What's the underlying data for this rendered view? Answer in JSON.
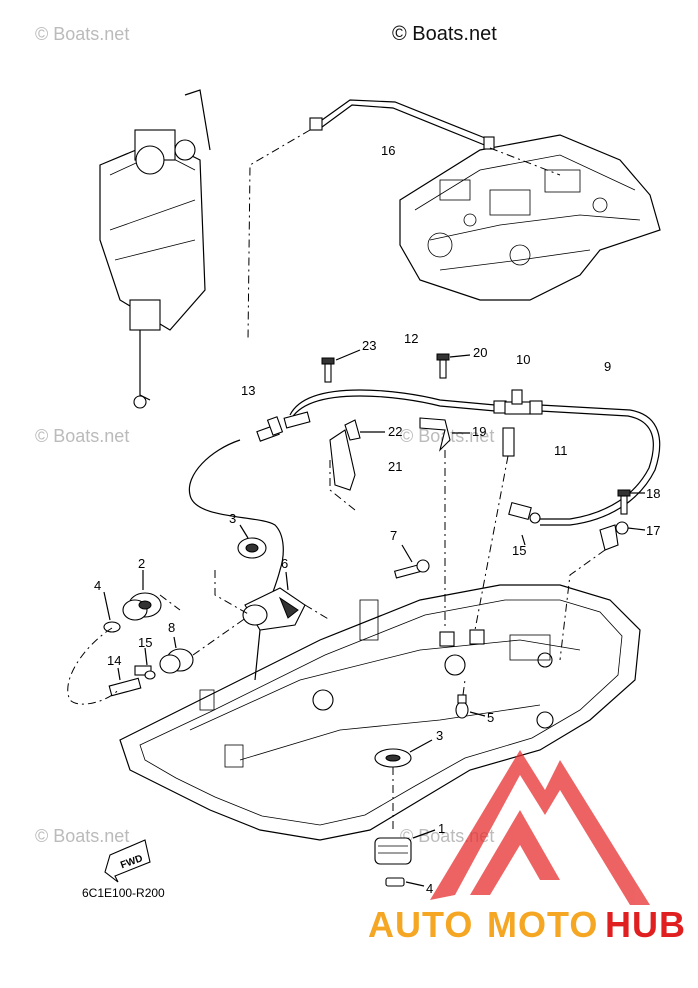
{
  "watermarks": {
    "main": "© Boats.net",
    "tile": "© Boats.net"
  },
  "diagram_code": "6C1E100-R200",
  "fwd_label": "FWD",
  "logo": {
    "text_auto": "AUTO",
    "text_moto": "MOTO",
    "text_hub": "HUB",
    "color_auto": "#f5a623",
    "color_moto": "#f5a623",
    "color_hub": "#e02020",
    "triangle_color": "#e83030"
  },
  "callouts": {
    "c1": "1",
    "c2": "2",
    "c3a": "3",
    "c3b": "3",
    "c4a": "4",
    "c4b": "4",
    "c5": "5",
    "c6": "6",
    "c7": "7",
    "c8": "8",
    "c9": "9",
    "c10": "10",
    "c11": "11",
    "c12": "12",
    "c13": "13",
    "c14": "14",
    "c15a": "15",
    "c15b": "15",
    "c16": "16",
    "c17": "17",
    "c18": "18",
    "c19": "19",
    "c20": "20",
    "c21": "21",
    "c22": "22",
    "c23": "23"
  }
}
